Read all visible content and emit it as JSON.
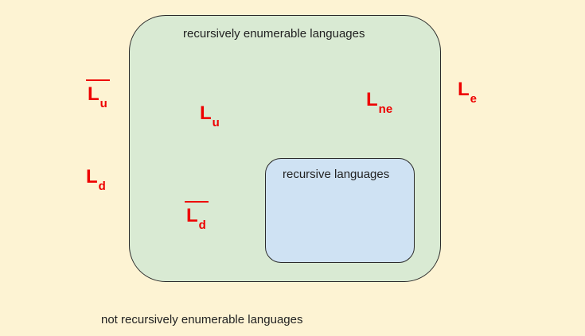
{
  "background_color": "#fdf3d3",
  "regions": {
    "recursively_enumerable": {
      "label": "recursively enumerable languages",
      "fill": "#d9ead3"
    },
    "recursive": {
      "label": "recursive languages",
      "fill": "#cfe2f3"
    },
    "outside": {
      "label": "not recursively enumerable languages"
    }
  },
  "languages": {
    "lu_complement": {
      "main": "L",
      "sub": "u",
      "complement": true
    },
    "lu": {
      "main": "L",
      "sub": "u",
      "complement": false
    },
    "lne": {
      "main": "L",
      "sub": "ne",
      "complement": false
    },
    "le": {
      "main": "L",
      "sub": "e",
      "complement": false
    },
    "ld": {
      "main": "L",
      "sub": "d",
      "complement": false
    },
    "ld_complement": {
      "main": "L",
      "sub": "d",
      "complement": true
    }
  },
  "label_color": "#ee0000"
}
